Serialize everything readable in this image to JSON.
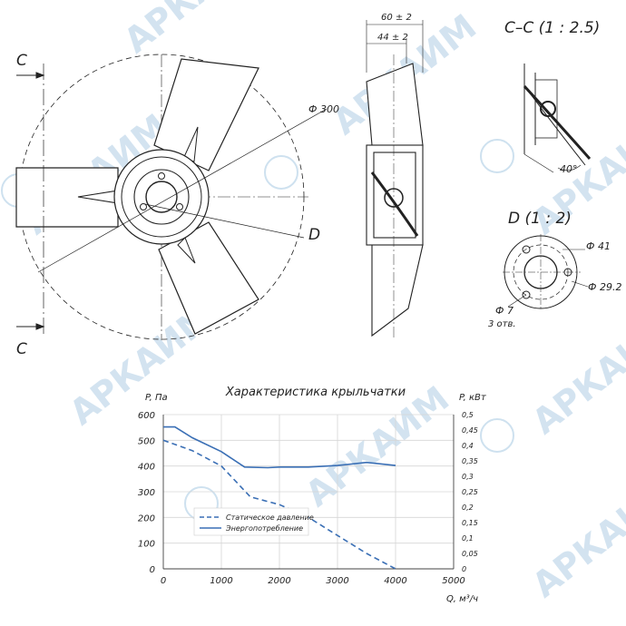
{
  "drawing": {
    "section_c_mark": "C",
    "diameter_main": "Ф 300",
    "view_d_mark": "D",
    "dim_60": "60 ± 2",
    "dim_44": "44 ± 2",
    "section_title": "C–C (1 : 2.5)",
    "angle_label": "40°",
    "detail_title": "D (1 : 2)",
    "dia_41": "Ф 41",
    "dia_292": "Ф 29.2",
    "dia_7": "Ф 7",
    "holes_count": "3 отв."
  },
  "watermark": "АРКАИМ",
  "colors": {
    "line": "#222222",
    "blue": "#3a6fb5",
    "grid": "#d6d6d6",
    "watermark": "#9ec3df"
  },
  "chart_data": {
    "type": "line",
    "title": "Характеристика крыльчатки",
    "ylabel_left": "P, Па",
    "ylabel_right": "P, кВт",
    "xlabel": "Q, м³/ч",
    "xlim": [
      0,
      5000
    ],
    "ylim_left": [
      0,
      600
    ],
    "ylim_right": [
      0,
      0.5
    ],
    "x_ticks": [
      "0",
      "1000",
      "2000",
      "3000",
      "4000",
      "5000"
    ],
    "y_left_ticks": [
      "0",
      "100",
      "200",
      "300",
      "400",
      "500",
      "600"
    ],
    "y_right_ticks": [
      "0",
      "0,05",
      "0,1",
      "0,15",
      "0,2",
      "0,25",
      "0,3",
      "0,35",
      "0,4",
      "0,45",
      "0,5"
    ],
    "legend_position": "center-left",
    "series": [
      {
        "name": "Статическое давление",
        "axis": "left",
        "style": "dashed",
        "x": [
          0,
          500,
          1000,
          1500,
          2000,
          2500,
          3000,
          3500,
          4000
        ],
        "y": [
          500,
          460,
          400,
          280,
          250,
          200,
          130,
          60,
          0
        ]
      },
      {
        "name": "Энергопотребление",
        "axis": "right",
        "style": "solid",
        "x": [
          0,
          200,
          500,
          1000,
          1400,
          1800,
          2000,
          2500,
          3000,
          3500,
          4000
        ],
        "y": [
          0.46,
          0.46,
          0.425,
          0.38,
          0.33,
          0.328,
          0.33,
          0.33,
          0.335,
          0.345,
          0.335
        ]
      }
    ]
  }
}
